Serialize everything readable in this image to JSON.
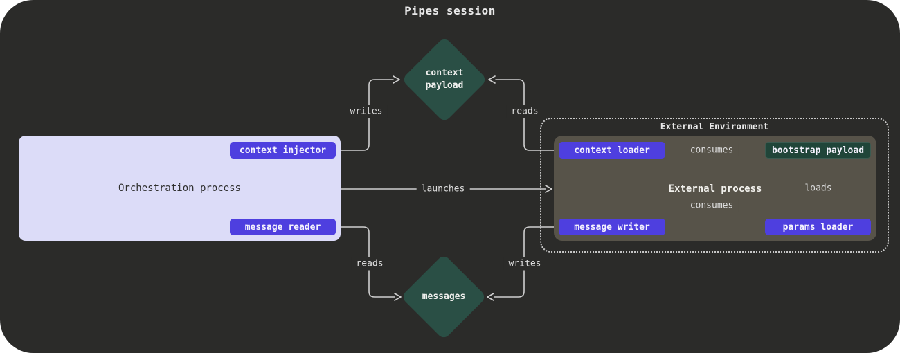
{
  "title": "Pipes session",
  "orchestration": {
    "label": "Orchestration process",
    "context_injector": "context injector",
    "message_reader": "message reader"
  },
  "external": {
    "label": "External Environment",
    "process_label": "External process",
    "context_loader": "context loader",
    "bootstrap_payload": "bootstrap payload",
    "message_writer": "message writer",
    "params_loader": "params loader"
  },
  "stores": {
    "context_payload": "context\npayload",
    "messages": "messages"
  },
  "edges": {
    "writes_top": "writes",
    "reads_top": "reads",
    "launches": "launches",
    "consumes_top": "consumes",
    "consumes_bottom": "consumes",
    "loads": "loads",
    "reads_bottom": "reads",
    "writes_bottom": "writes"
  },
  "colors": {
    "panel_bg": "#2b2b29",
    "accent_purple": "#4e3fdf",
    "store_green": "#2a4f45",
    "payload_green": "#204539",
    "process_gray": "#575349",
    "orchestration_bg": "#dcdcf8",
    "wire": "#cfcfcf",
    "text_light": "#e8e8e8",
    "text_dark": "#2f2f2f"
  }
}
